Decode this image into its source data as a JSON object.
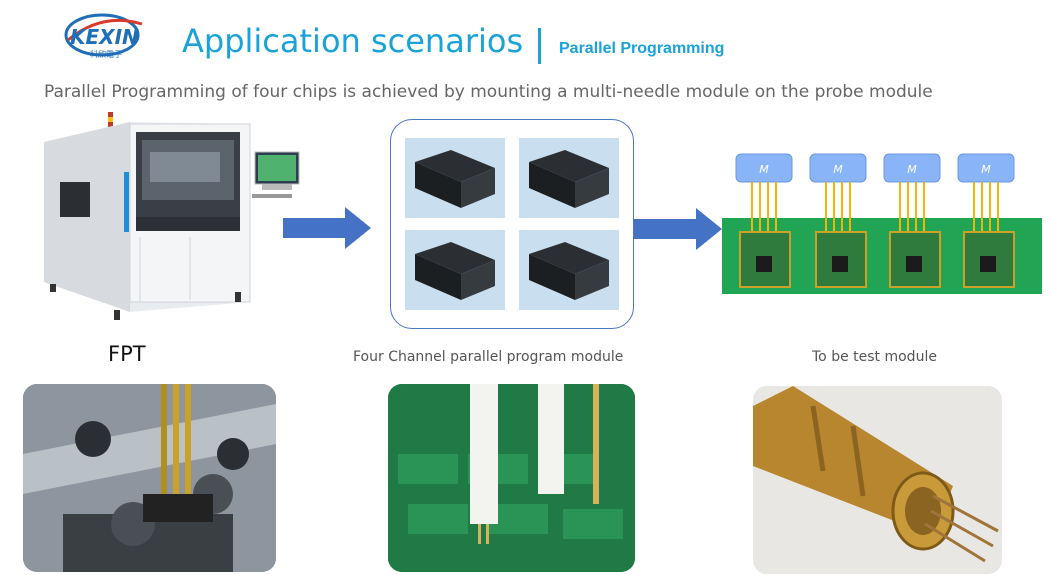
{
  "header": {
    "logo_text": "KEXIN",
    "logo_subtext": "科欣電子",
    "title": "Application scenarios",
    "subtitle": "Parallel Programming"
  },
  "description": "Parallel Programming of four chips is achieved by mounting a multi-needle module on the probe module",
  "diagram": {
    "machine_caption": "FPT",
    "module_caption": "Four Channel parallel program module",
    "test_caption": "To be test module",
    "probe_label": "M"
  },
  "colors": {
    "accent": "#1aa3d9",
    "arrow": "#4472c4",
    "pcb": "#22a455",
    "probe_module": "#8ab4f8"
  }
}
